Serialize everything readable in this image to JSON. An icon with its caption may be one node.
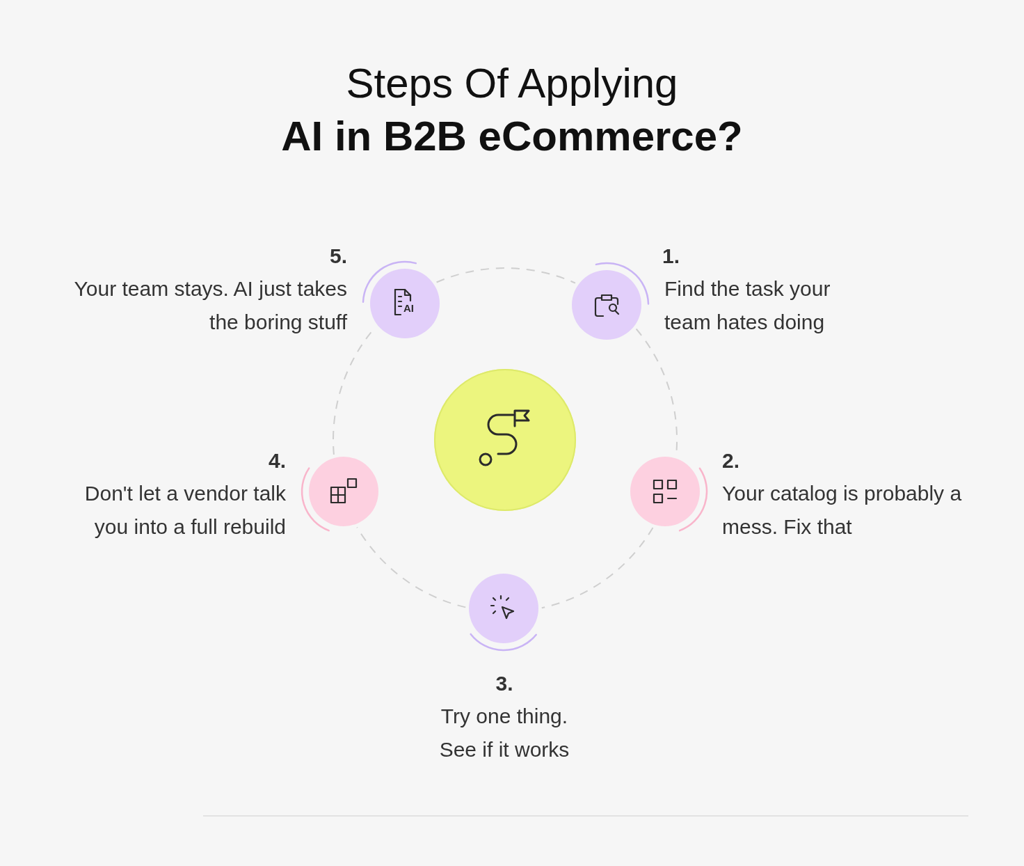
{
  "diagram": {
    "title": "Steps Of Applying **AI in B2B eCommerce?**",
    "nodes": [
      {
        "text": [],
        "shape": "circle"
      },
      {
        "text": [],
        "shape": "circle",
        "beside": [
          "1.",
          "Find the task your team hates doing"
        ]
      },
      {
        "text": [],
        "shape": "circle",
        "beside": [
          "2.",
          "Your catalog is probably a mess. Fix that"
        ]
      },
      {
        "text": [],
        "shape": "circle",
        "beside": [
          "3.",
          "Try one thing. See if it works"
        ]
      },
      {
        "text": [],
        "shape": "circle",
        "beside": [
          "4.",
          "Don't let a vendor talk you into a full rebuild"
        ]
      },
      {
        "text": [],
        "shape": "circle",
        "beside": [
          "5.",
          "Your team stays. AI just takes the boring stuff"
        ]
      }
    ],
    "edges": [
      {
        "from": 1,
        "to": 2,
        "arrow": "none",
        "style": "dashed"
      },
      {
        "from": 2,
        "to": 3,
        "arrow": "none",
        "style": "dashed"
      },
      {
        "from": 3,
        "to": 4,
        "arrow": "none",
        "style": "dashed"
      },
      {
        "from": 4,
        "to": 5,
        "arrow": "none",
        "style": "dashed"
      },
      {
        "from": 5,
        "to": 1,
        "arrow": "none",
        "style": "dashed"
      }
    ],
    "labels": [
      "AI"
    ]
  }
}
